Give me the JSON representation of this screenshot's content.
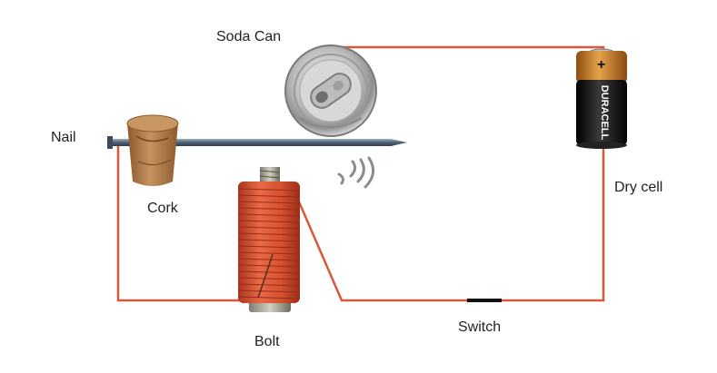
{
  "labels": {
    "soda_can": "Soda Can",
    "nail": "Nail",
    "cork": "Cork",
    "dry_cell": "Dry cell",
    "switch": "Switch",
    "bolt": "Bolt"
  },
  "battery": {
    "brand": "DURACELL",
    "terminal_sign": "+"
  },
  "colors": {
    "wire": "#d9573a",
    "battery_copper": "#c8741e",
    "battery_body": "#1a1a1a",
    "coil": "#d8502f",
    "nail": "#5f7285",
    "cork": "#b07a48",
    "can": "#c8c8c8",
    "label_text": "#222222"
  },
  "icons": {
    "sound": "sound-wave-icon"
  }
}
